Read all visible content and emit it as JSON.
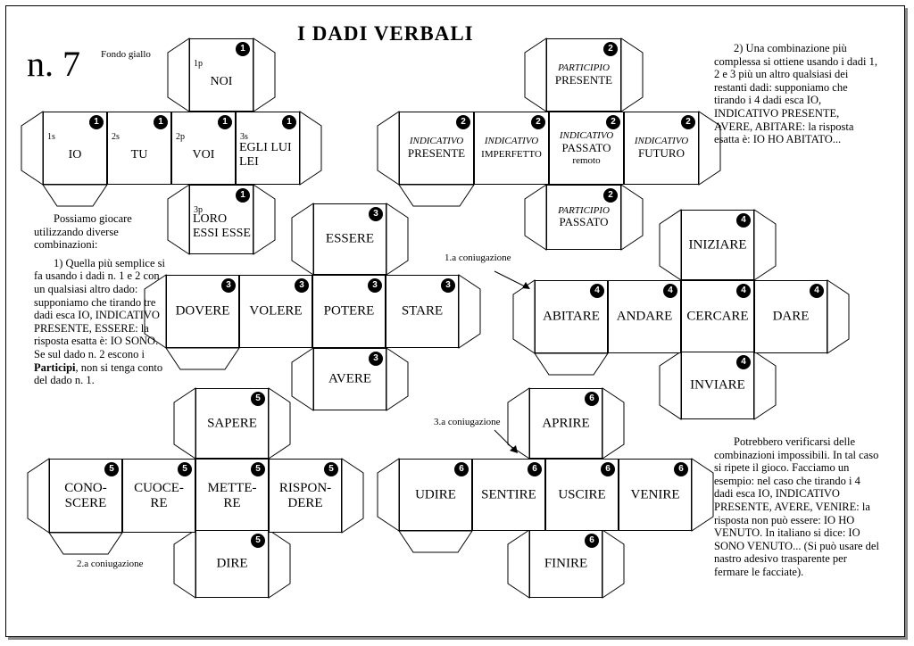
{
  "header": {
    "title": "I DADI VERBALI",
    "sheet_number": "n. 7",
    "background_note": "Fondo giallo"
  },
  "dice": {
    "die1": {
      "number": "1",
      "faces": [
        {
          "person": "1p",
          "text": "NOI"
        },
        {
          "person": "1s",
          "text": "IO"
        },
        {
          "person": "2s",
          "text": "TU"
        },
        {
          "person": "2p",
          "text": "VOI"
        },
        {
          "person": "3s",
          "text": "EGLI LUI\nLEI"
        },
        {
          "person": "3p",
          "text": "LORO\nESSI ESSE"
        }
      ]
    },
    "die2": {
      "number": "2",
      "faces": [
        {
          "mode": "PARTICIPIO",
          "text": "PRESENTE"
        },
        {
          "mode": "INDICATIVO",
          "text": "PRESENTE"
        },
        {
          "mode": "INDICATIVO",
          "text": "IMPERFETTO"
        },
        {
          "mode": "INDICATIVO",
          "text": "PASSATO",
          "extra": "remoto"
        },
        {
          "mode": "INDICATIVO",
          "text": "FUTURO"
        },
        {
          "mode": "PARTICIPIO",
          "text": "PASSATO"
        }
      ]
    },
    "die3": {
      "number": "3",
      "faces": [
        "ESSERE",
        "DOVERE",
        "VOLERE",
        "POTERE",
        "STARE",
        "AVERE"
      ]
    },
    "die4": {
      "number": "4",
      "faces": [
        "INIZIARE",
        "ABITARE",
        "ANDARE",
        "CERCARE",
        "DARE",
        "INVIARE"
      ]
    },
    "die5": {
      "number": "5",
      "faces": [
        "SAPERE",
        "CONO-\nSCERE",
        "CUOCE-\nRE",
        "METTE-\nRE",
        "RISPON-\nDERE",
        "DIRE"
      ]
    },
    "die6": {
      "number": "6",
      "faces": [
        "APRIRE",
        "UDIRE",
        "SENTIRE",
        "USCIRE",
        "VENIRE",
        "FINIRE"
      ]
    }
  },
  "labels": {
    "first_conj": "1.a coniugazione",
    "second_conj": "2.a coniugazione",
    "third_conj": "3.a coniugazione"
  },
  "text": {
    "intro": "Possiamo giocare utilizzando diverse combinazioni:",
    "rule1_a": "1) Quella più semplice si fa usando i dadi n. 1 e 2 con un qualsiasi altro dado: supponiamo che tirando tre dadi esca IO, INDICATIVO PRESENTE, ESSERE: la risposta esatta è: IO SONO. Se sul dado n. 2 escono i ",
    "rule1_bold": "Participi",
    "rule1_b": ", non si tenga conto del dado n. 1.",
    "rule2": "2) Una combinazione più complessa si ottiene usando i dadi 1, 2 e 3 più un altro qualsiasi dei restanti dadi: supponiamo che tirando i 4 dadi esca IO, INDICATIVO PRESENTE, AVERE, ABITARE: la risposta esatta è: IO HO ABITATO...",
    "rule3": "Potrebbero verificarsi delle combinazioni impossibili. In tal caso si ripete il gioco. Facciamo un esempio: nel caso che tirando i 4 dadi esca IO, INDICATIVO PRESENTE, AVERE, VENIRE: la risposta non può essere: IO HO VENUTO. In italiano si dice: IO SONO VENUTO... (Si può usare del nastro adesivo trasparente per fermare le facciate)."
  }
}
